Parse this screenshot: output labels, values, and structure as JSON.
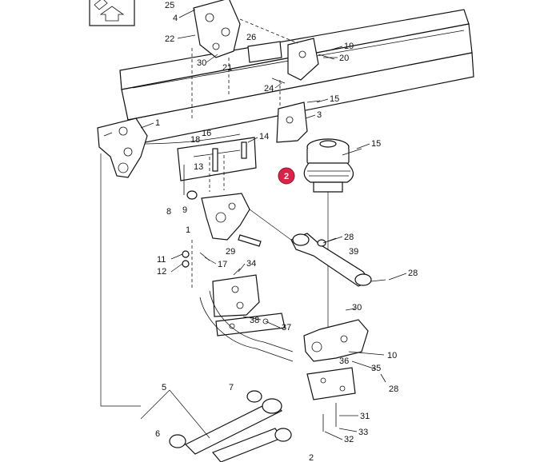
{
  "highlight": {
    "label": "2",
    "color": "#d9244a"
  },
  "icons": {
    "nav_box": "up-arrow-in-box-icon"
  },
  "callouts": {
    "c1": "1",
    "c1b": "1",
    "c2": "2",
    "c3": "3",
    "c4": "4",
    "c5": "5",
    "c6": "6",
    "c7": "7",
    "c8": "8",
    "c9": "9",
    "c10": "10",
    "c11": "11",
    "c12": "12",
    "c13": "13",
    "c14": "14",
    "c15a": "15",
    "c15b": "15",
    "c16": "16",
    "c17": "17",
    "c18": "18",
    "c19": "19",
    "c20": "20",
    "c21": "21",
    "c22": "22",
    "c24": "24",
    "c25": "25",
    "c26": "26",
    "c28a": "28",
    "c28b": "28",
    "c28c": "28",
    "c29": "29",
    "c30a": "30",
    "c30b": "30",
    "c31": "31",
    "c32": "32",
    "c33": "33",
    "c34": "34",
    "c35": "35",
    "c36": "36",
    "c37": "37",
    "c38": "38",
    "c39": "39"
  }
}
